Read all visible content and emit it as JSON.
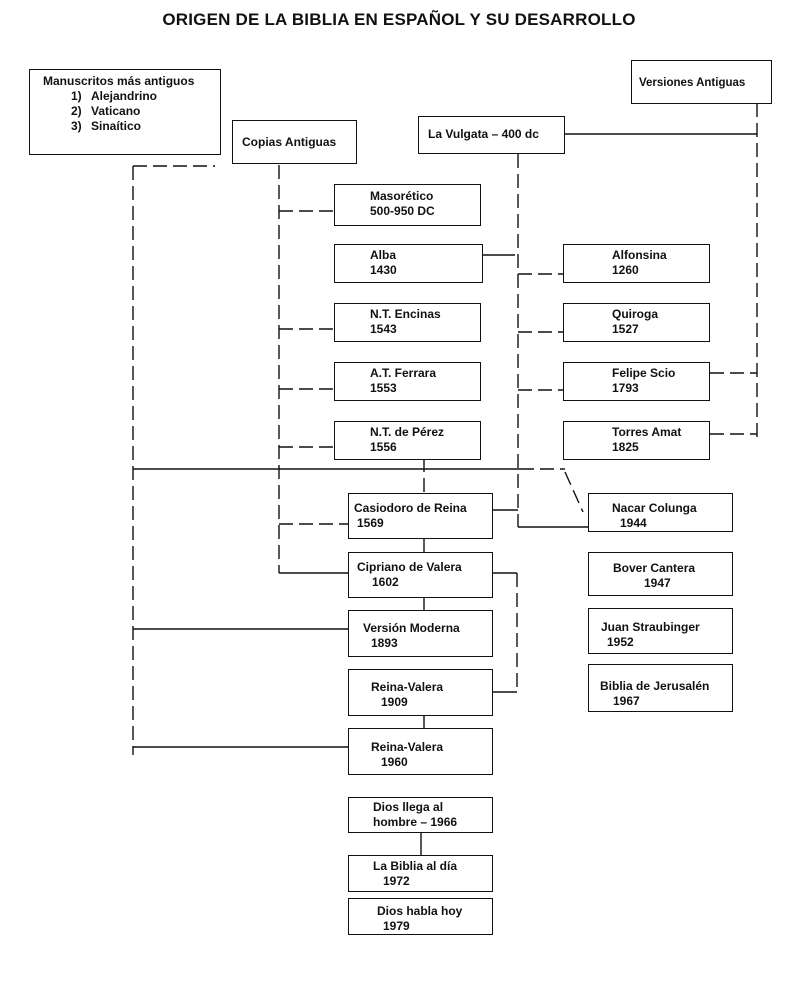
{
  "title": "ORIGEN DE LA BIBLIA EN ESPAÑOL Y SU DESARROLLO",
  "manuscripts": {
    "heading": "Manuscritos más antiguos",
    "items": [
      {
        "num": "1)",
        "name": "Alejandrino"
      },
      {
        "num": "2)",
        "name": "Vaticano"
      },
      {
        "num": "3)",
        "name": "Sinaítico"
      }
    ]
  },
  "copias": "Copias Antiguas",
  "vulgata": "La Vulgata – 400 dc",
  "versiones": "Versiones Antiguas",
  "boxes": {
    "masoretico": {
      "l1": "Masorético",
      "l2": "500-950 DC"
    },
    "alba": {
      "l1": "Alba",
      "l2": "1430"
    },
    "encinas": {
      "l1": "N.T. Encinas",
      "l2": "1543"
    },
    "ferrara": {
      "l1": "A.T. Ferrara",
      "l2": "1553"
    },
    "perez": {
      "l1": "N.T. de Pérez",
      "l2": "1556"
    },
    "alfonsina": {
      "l1": "Alfonsina",
      "l2": "1260"
    },
    "quiroga": {
      "l1": "Quiroga",
      "l2": "1527"
    },
    "scio": {
      "l1": "Felipe Scio",
      "l2": "1793"
    },
    "amat": {
      "l1": "Torres Amat",
      "l2": "1825"
    },
    "reina": {
      "l1": "Casiodoro de Reina",
      "l2": "1569"
    },
    "valera": {
      "l1": "Cipriano de Valera",
      "l2": "1602"
    },
    "moderna": {
      "l1": "Versión Moderna",
      "l2": "1893"
    },
    "rv1909": {
      "l1": "Reina-Valera",
      "l2": "1909"
    },
    "rv1960": {
      "l1": "Reina-Valera",
      "l2": "1960"
    },
    "dllh": {
      "l1": "Dios llega al",
      "l2": "hombre – 1966"
    },
    "biblia_dia": {
      "l1": "La Biblia al día",
      "l2": "1972"
    },
    "dios_habla": {
      "l1": "Dios habla hoy",
      "l2": "1979"
    },
    "nacar": {
      "l1": "Nacar Colunga",
      "l2": "1944"
    },
    "bover": {
      "l1": "Bover Cantera",
      "l2": "1947"
    },
    "straubinger": {
      "l1": "Juan Straubinger",
      "l2": "1952"
    },
    "jerusalen": {
      "l1": "Biblia de Jerusalén",
      "l2": "1967"
    }
  }
}
